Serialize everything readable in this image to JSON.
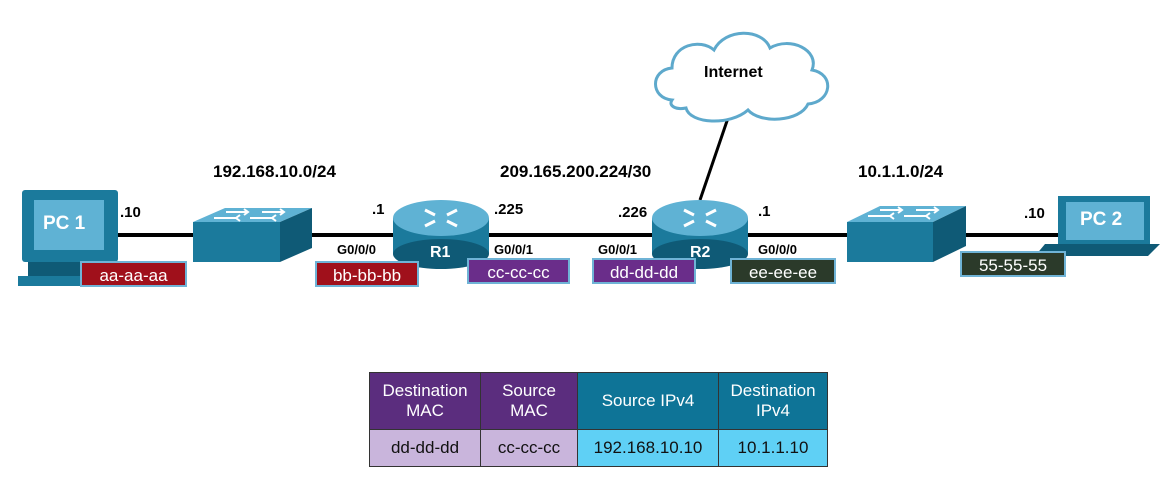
{
  "networks": {
    "lan1": "192.168.10.0/24",
    "wan": "209.165.200.224/30",
    "lan2": "10.1.1.0/24"
  },
  "cloud": {
    "label": "Internet"
  },
  "hosts": {
    "pc1": {
      "label": "PC 1",
      "ip": ".10",
      "mac": "aa-aa-aa"
    },
    "pc2": {
      "label": "PC 2",
      "ip": ".10",
      "mac": "55-55-55"
    }
  },
  "routers": {
    "r1": {
      "label": "R1",
      "g000": {
        "port": "G0/0/0",
        "ip": ".1",
        "mac": "bb-bb-bb"
      },
      "g001": {
        "port": "G0/0/1",
        "ip": ".225",
        "mac": "cc-cc-cc"
      }
    },
    "r2": {
      "label": "R2",
      "g001": {
        "port": "G0/0/1",
        "ip": ".226",
        "mac": "dd-dd-dd"
      },
      "g000": {
        "port": "G0/0/0",
        "ip": ".1",
        "mac": "ee-ee-ee"
      }
    }
  },
  "frame_table": {
    "headers": [
      "Destination MAC",
      "Source MAC",
      "Source IPv4",
      "Destination IPv4"
    ],
    "header_lines": [
      [
        "Destination",
        "MAC"
      ],
      [
        "Source",
        "MAC"
      ],
      [
        "Source IPv4"
      ],
      [
        "Destination",
        "IPv4"
      ]
    ],
    "row": [
      "dd-dd-dd",
      "cc-cc-cc",
      "192.168.10.10",
      "10.1.1.10"
    ]
  },
  "colors": {
    "mac_red": "#a0101b",
    "mac_purple": "#6a2d8a",
    "mac_dark": "#2b3a2a",
    "device_blue": "#1b7a9c",
    "header_purple": "#5b2d7e",
    "header_blue": "#0e7497",
    "cell_lavender": "#c9b5dc",
    "cell_cyan": "#5fd0f5"
  }
}
